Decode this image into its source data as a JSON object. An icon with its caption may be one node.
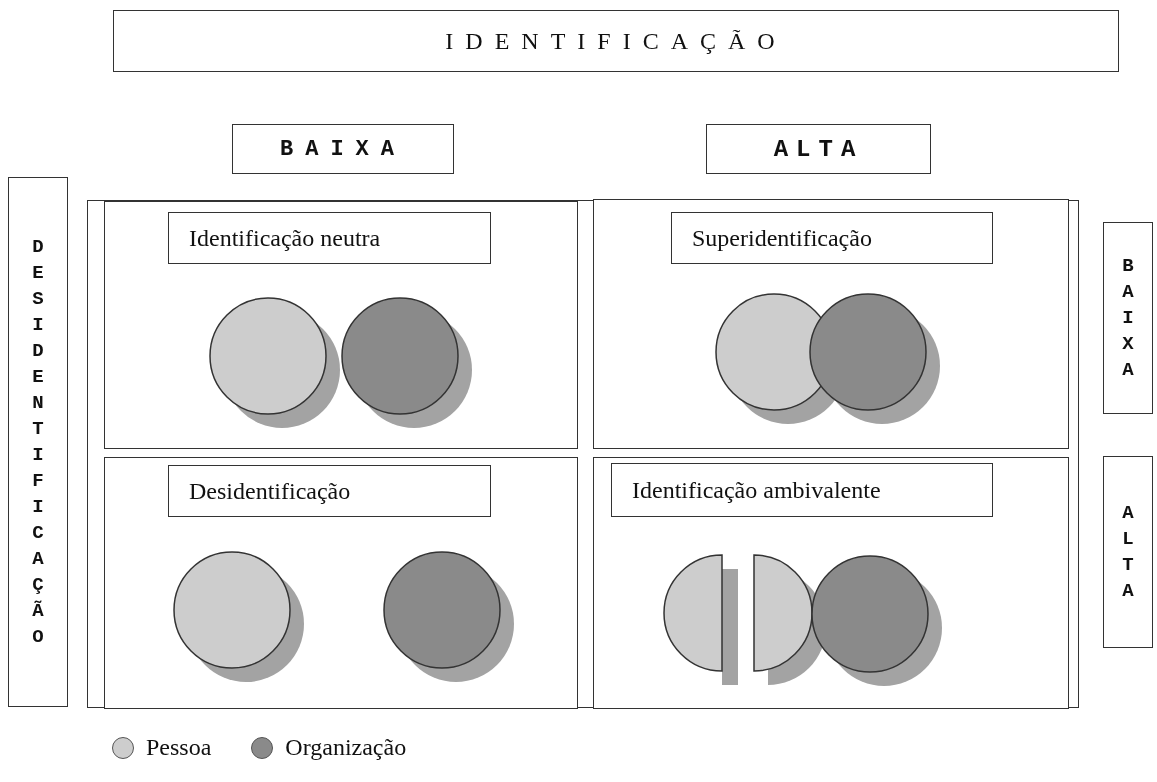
{
  "diagram": {
    "nodes": [
      {
        "text": [
          "IDENTIFICAÇÃO"
        ]
      },
      {
        "text": [
          "BAIXA"
        ]
      },
      {
        "text": [
          "ALTA"
        ]
      },
      {
        "text": [
          "DESIDENTIFICAÇÃO"
        ]
      },
      {
        "text": [
          "BAIXA"
        ]
      },
      {
        "text": [
          "ALTA"
        ]
      },
      {
        "text": [],
        "shape": "box"
      },
      {
        "text": [],
        "shape": "box",
        "in": 6
      },
      {
        "text": [
          "Identificação neutra"
        ],
        "in": 7
      },
      {
        "text": [],
        "shape": "box",
        "in": 6
      },
      {
        "text": [
          "Superidentificação"
        ],
        "in": 9
      },
      {
        "text": [],
        "shape": "box",
        "in": 6
      },
      {
        "text": [
          "Desidentificação"
        ],
        "in": 11
      },
      {
        "text": [],
        "shape": "box",
        "in": 6
      },
      {
        "text": [
          "Identificação ambivalente"
        ],
        "in": 13
      }
    ],
    "legend": [
      {
        "text": "Pessoa",
        "color": "#cdcdcd"
      },
      {
        "text": "Organização",
        "color": "#8a8a8a"
      }
    ]
  }
}
